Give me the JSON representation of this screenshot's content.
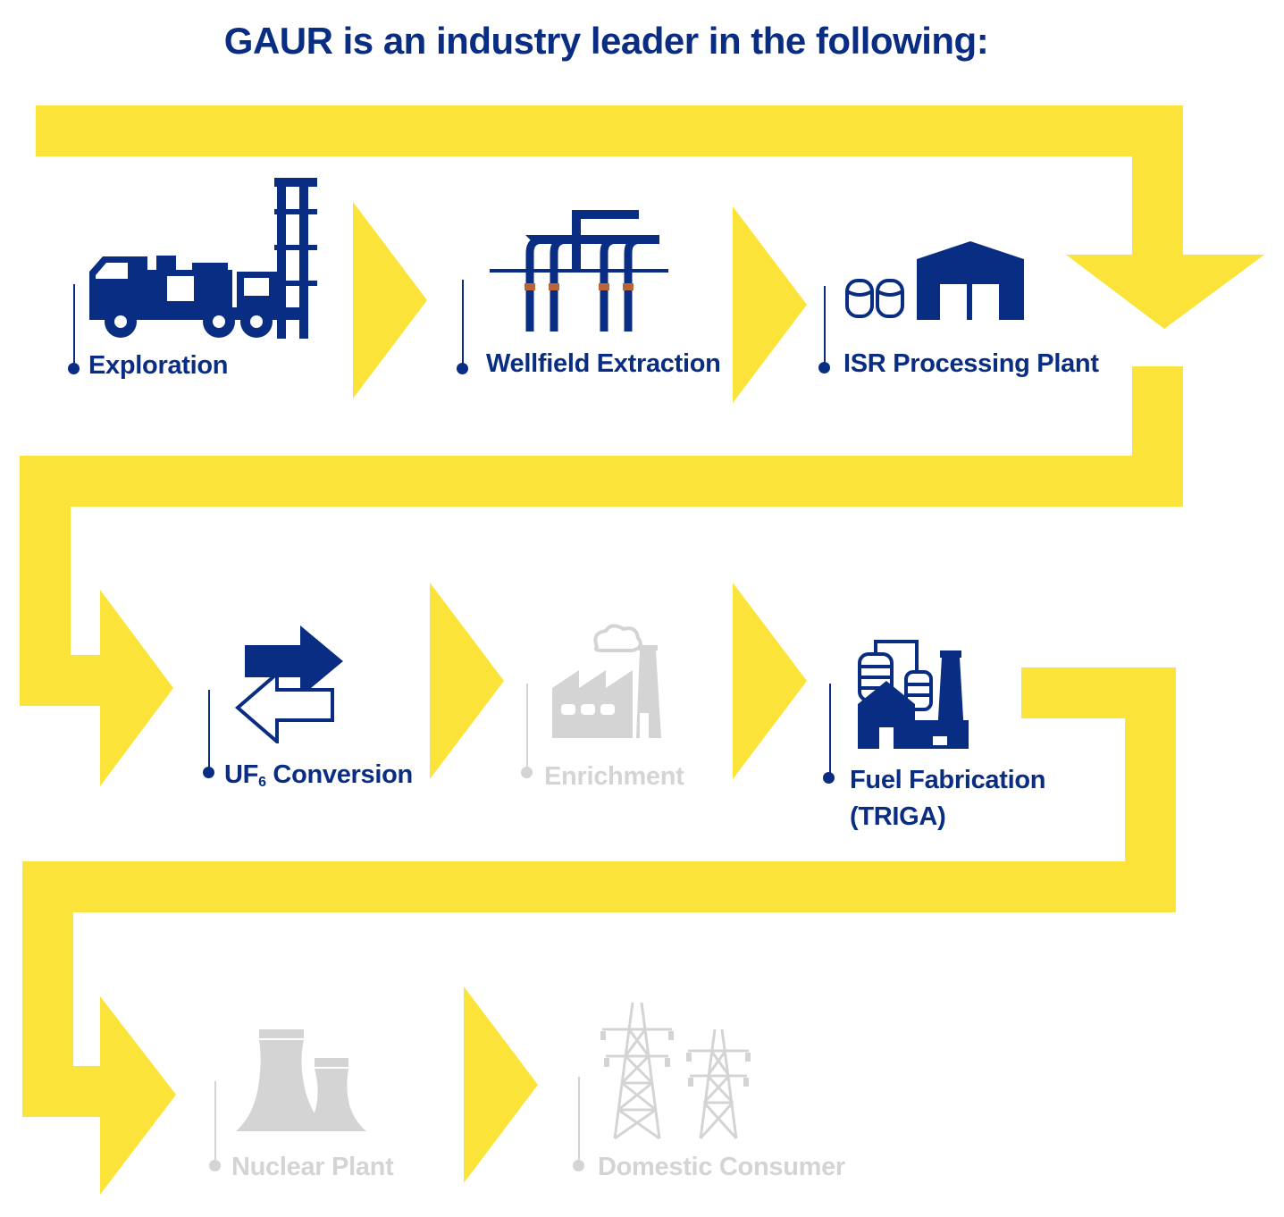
{
  "title": "GAUR is an industry leader in the following:",
  "colors": {
    "brand_blue": "#0a2d84",
    "flow_yellow": "#fbe33a",
    "inactive_gray": "#d4d4d4",
    "accent_copper": "#b9653a"
  },
  "steps": [
    {
      "label": "Exploration",
      "icon": "drill-rig-truck-icon",
      "active": true
    },
    {
      "label": "Wellfield Extraction",
      "icon": "wellfield-pipes-icon",
      "active": true
    },
    {
      "label": "ISR Processing Plant",
      "icon": "tanks-and-plant-building-icon",
      "active": true
    },
    {
      "label_main": "UF",
      "label_sub": "6",
      "label_rest": " Conversion",
      "icon": "conversion-arrows-icon",
      "active": true
    },
    {
      "label": "Enrichment",
      "icon": "factory-smokestack-icon",
      "active": false
    },
    {
      "label_line1": "Fuel Fabrication",
      "label_line2": "(TRIGA)",
      "icon": "chemical-plant-icon",
      "active": true
    },
    {
      "label": "Nuclear Plant",
      "icon": "cooling-towers-icon",
      "active": false
    },
    {
      "label": "Domestic Consumer",
      "icon": "power-pylons-icon",
      "active": false
    }
  ]
}
